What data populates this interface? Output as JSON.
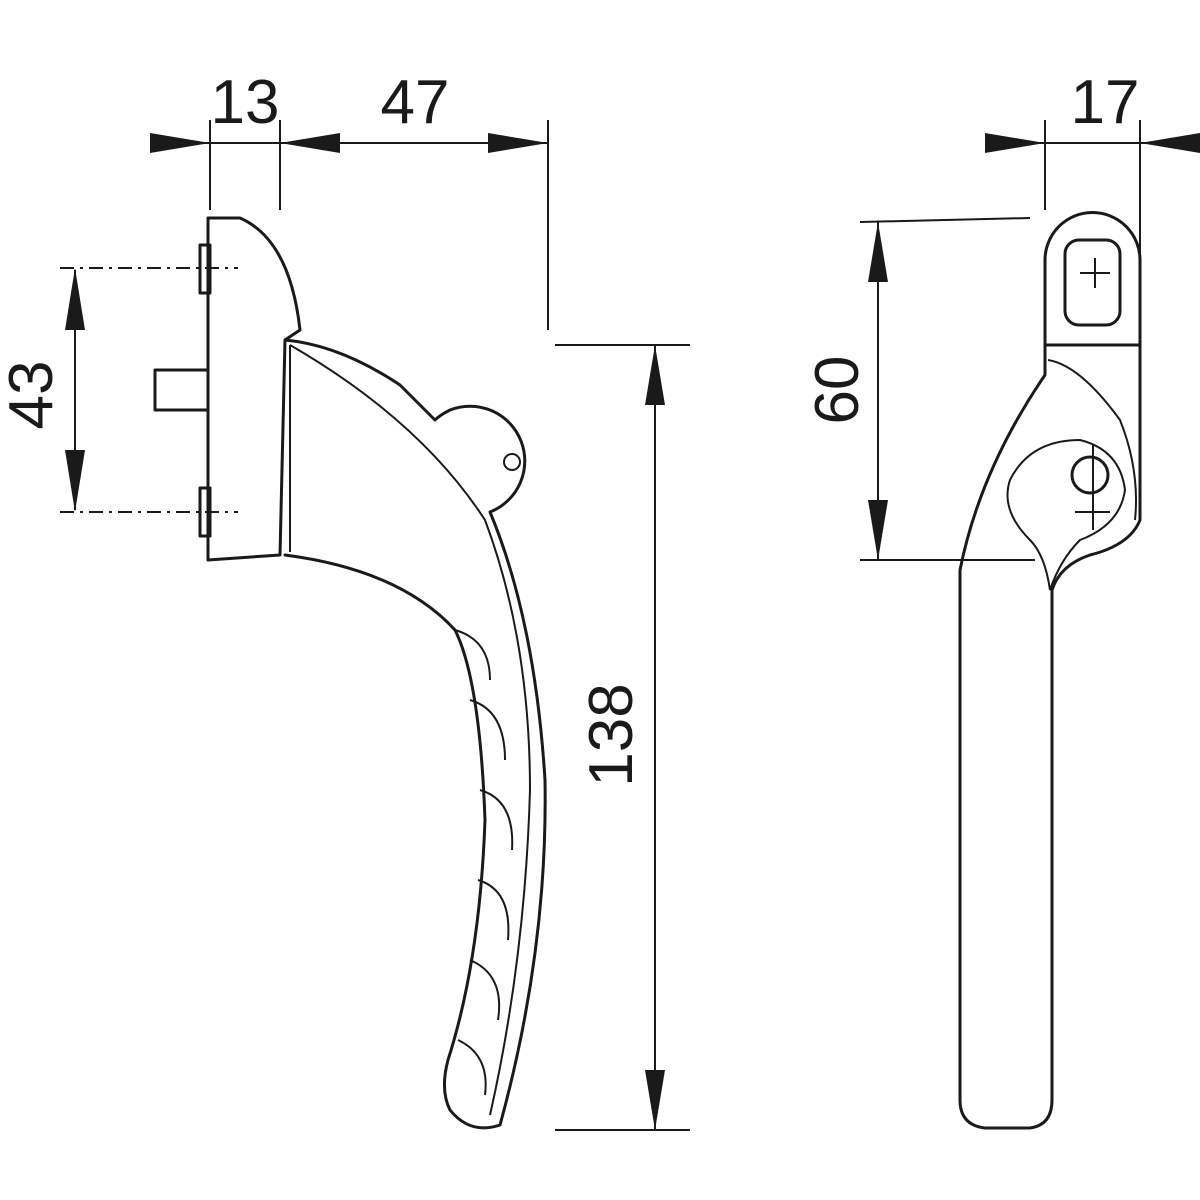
{
  "dimensions": {
    "plate_depth": "13",
    "lever_offset": "47",
    "side_width": "17",
    "screw_spacing": "43",
    "lug_height": "60",
    "lever_length": "138"
  },
  "colors": {
    "line": "#1a1a1a",
    "background": "#ffffff"
  }
}
